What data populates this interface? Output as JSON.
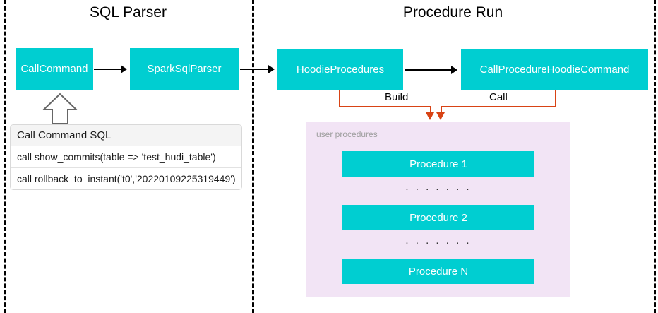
{
  "sections": {
    "left": {
      "title": "SQL Parser"
    },
    "right": {
      "title": "Procedure Run"
    }
  },
  "nodes": {
    "call_command": "Call\nCommand",
    "call_command_line1": "Call",
    "call_command_line2": "Command",
    "spark_sql_parser": "SparkSqlParser",
    "hoodie_procedures": "HoodieProcedures",
    "call_procedure_hoodie_command": "CallProcedureHoodieCommand"
  },
  "edges": {
    "build_label": "Build",
    "call_label": "Call"
  },
  "sql_table": {
    "header": "Call Command SQL",
    "rows": [
      "call show_commits(table => 'test_hudi_table')",
      "call rollback_to_instant('t0','20220109225319449')"
    ]
  },
  "user_procedures": {
    "label": "user procedures",
    "items": [
      {
        "name": "Procedure 1"
      },
      {
        "name": "Procedure 2"
      },
      {
        "name": "Procedure N"
      }
    ],
    "ellipsis": ". . . . . . ."
  },
  "colors": {
    "teal": "#00CED1",
    "panel_pink": "#F2E4F5",
    "orange": "#D84315",
    "arrow_black": "#000000",
    "label_gray": "#9E9E9E"
  }
}
